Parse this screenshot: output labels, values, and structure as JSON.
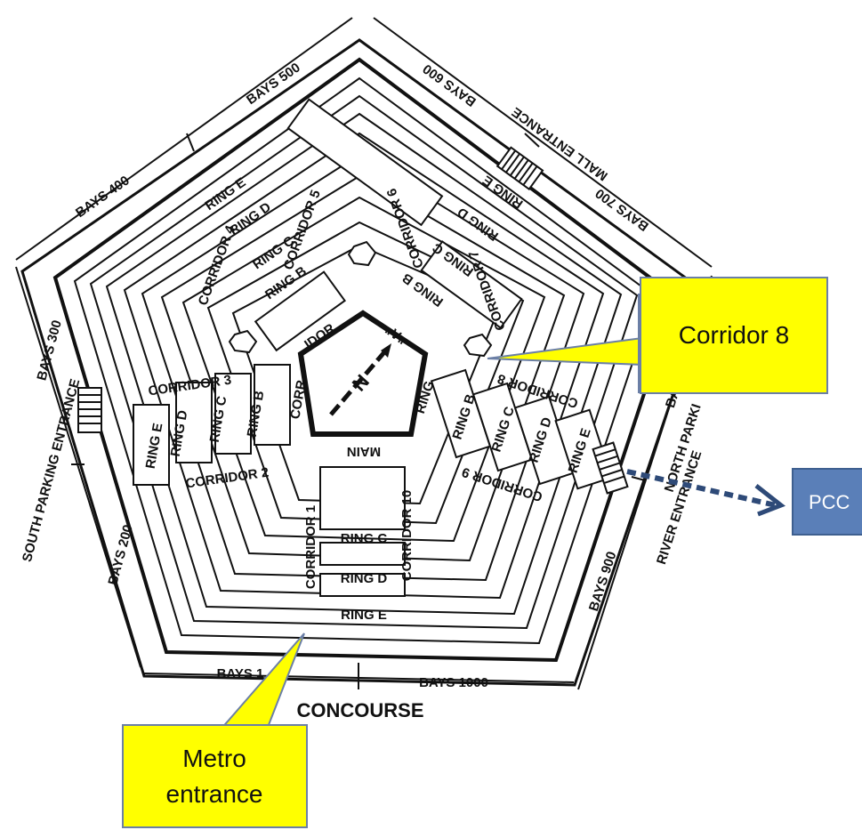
{
  "colors": {
    "ink": "#111111",
    "callout_fill": "#ffff00",
    "callout_border": "#6b7fa6",
    "pcc_fill": "#5a7fb8",
    "pcc_border": "#3e5f8f",
    "arrow": "#2e4a78"
  },
  "bay_labels": {
    "b500": "BAYS 500",
    "b600": "BAYS 600",
    "b700": "BAYS 700",
    "b400": "BAYS 400",
    "b300": "BAYS 300",
    "b200": "BAYS 200",
    "b100": "BAYS 1",
    "b1000": "BAYS 1000",
    "b900": "BAYS 900",
    "b800": "BAY"
  },
  "entrances": {
    "mall": "MALL ENTRANCE",
    "south_parking": "SOUTH PARKING ENTRANCE",
    "north_parking": "NORTH PARKI",
    "river": "RIVER ENTRANCE",
    "concourse": "CONCOURSE"
  },
  "rings": {
    "a": "\"A\"",
    "b": "RING B",
    "c": "RING C",
    "d": "RING D",
    "e": "RING E"
  },
  "corridors": {
    "c1": "CORRIDOR 1",
    "c2": "CORRIDOR 2",
    "c3": "CORRIDOR 3",
    "c4": "CORRIDOR 4",
    "c5": "CORRIDOR 5",
    "c6": "CORRIDOR 6",
    "c7": "CORRIDOR 7",
    "c8": "CORRIDOR 8",
    "c9": "CORRIDOR 9",
    "c10": "CORRIDOR 10"
  },
  "main_corridor": {
    "part1": "IDOR",
    "part2": "RING",
    "part3": "MAIN",
    "part4": "CORR"
  },
  "callouts": {
    "corridor8": "Corridor 8",
    "metro_line1": "Metro",
    "metro_line2": "entrance",
    "pcc": "PCC"
  }
}
